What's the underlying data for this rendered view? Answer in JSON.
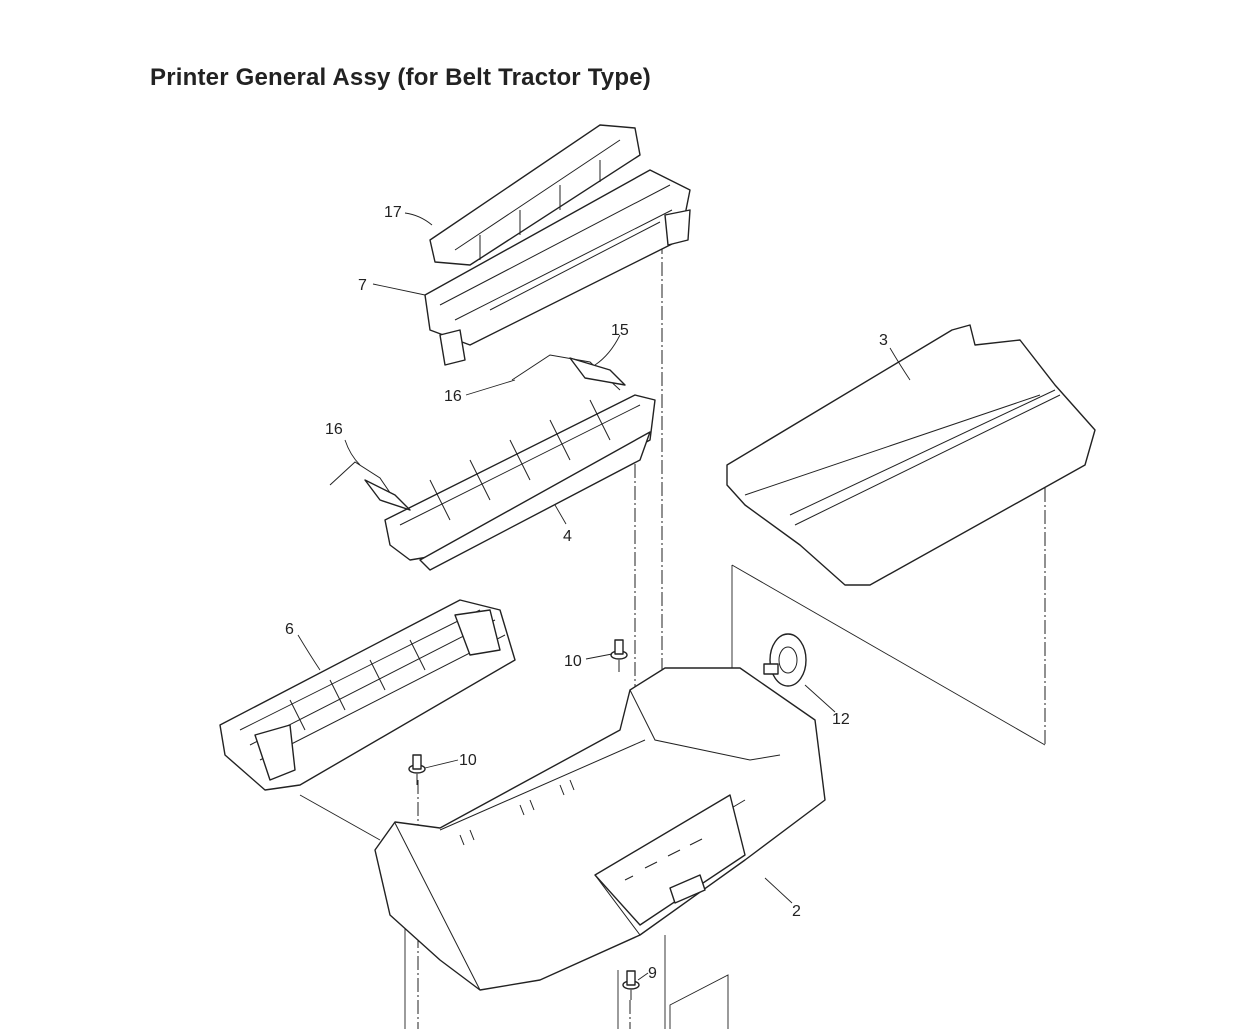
{
  "title": "Printer General Assy (for Belt Tractor Type)",
  "callouts": {
    "c17": "17",
    "c7": "7",
    "c15": "15",
    "c16a": "16",
    "c16b": "16",
    "c4": "4",
    "c3": "3",
    "c6": "6",
    "c10a": "10",
    "c10b": "10",
    "c12": "12",
    "c2": "2",
    "c9": "9"
  }
}
